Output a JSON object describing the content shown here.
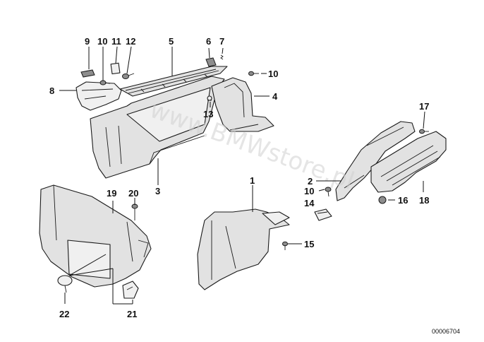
{
  "diagram": {
    "callouts": [
      {
        "id": "9",
        "text": "9"
      },
      {
        "id": "10a",
        "text": "10"
      },
      {
        "id": "11",
        "text": "11"
      },
      {
        "id": "12",
        "text": "12"
      },
      {
        "id": "5",
        "text": "5"
      },
      {
        "id": "6",
        "text": "6"
      },
      {
        "id": "7",
        "text": "7"
      },
      {
        "id": "8",
        "text": "8"
      },
      {
        "id": "10b",
        "text": "10"
      },
      {
        "id": "4",
        "text": "4"
      },
      {
        "id": "13",
        "text": "13"
      },
      {
        "id": "17",
        "text": "17"
      },
      {
        "id": "3",
        "text": "3"
      },
      {
        "id": "2",
        "text": "2"
      },
      {
        "id": "10c",
        "text": "10"
      },
      {
        "id": "14",
        "text": "14"
      },
      {
        "id": "16",
        "text": "16"
      },
      {
        "id": "18",
        "text": "18"
      },
      {
        "id": "19",
        "text": "19"
      },
      {
        "id": "20",
        "text": "20"
      },
      {
        "id": "1",
        "text": "1"
      },
      {
        "id": "15",
        "text": "15"
      },
      {
        "id": "22",
        "text": "22"
      },
      {
        "id": "21",
        "text": "21"
      }
    ],
    "watermark": "www.BMWstore.pl",
    "document_number": "00006704"
  }
}
